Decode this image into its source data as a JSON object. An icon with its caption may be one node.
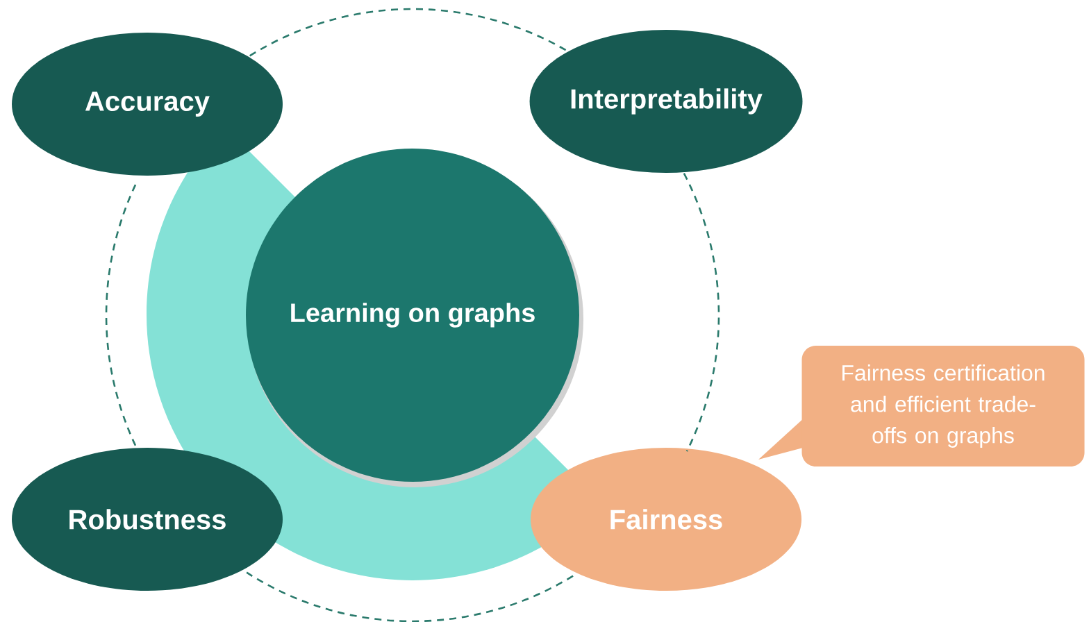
{
  "diagram": {
    "nodes": [
      {
        "text": [
          "Learning on graphs"
        ]
      },
      {
        "text": [
          "Accuracy"
        ]
      },
      {
        "text": [
          "Interpretability"
        ]
      },
      {
        "text": [
          "Robustness"
        ]
      },
      {
        "text": [
          "Fairness"
        ]
      },
      {
        "text": [
          "Fairness certification and efficient trade-offs on graphs"
        ]
      }
    ],
    "edges": [
      {
        "from": 1,
        "to": 2,
        "arrow": "none",
        "style": "dashed"
      },
      {
        "from": 2,
        "to": 4,
        "arrow": "none",
        "style": "dashed"
      },
      {
        "from": 4,
        "to": 3,
        "arrow": "none",
        "style": "dashed"
      },
      {
        "from": 3,
        "to": 1,
        "arrow": "none",
        "style": "dashed"
      }
    ]
  }
}
